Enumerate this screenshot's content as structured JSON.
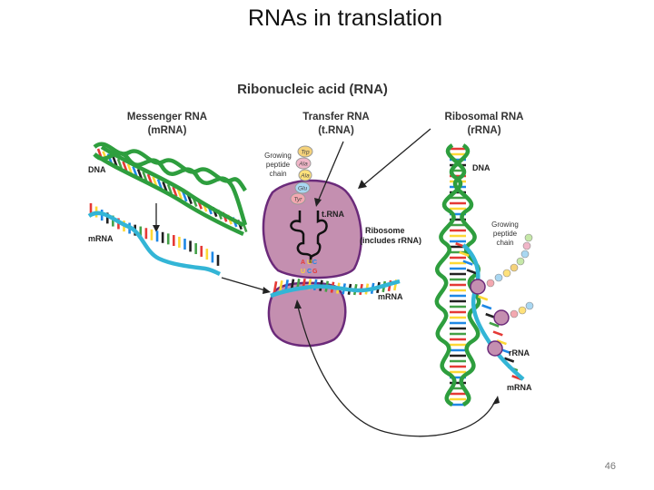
{
  "slide": {
    "title": "RNAs in translation",
    "page_number": "46"
  },
  "figure": {
    "title": "Ribonucleic acid (RNA)",
    "columns": [
      {
        "line1": "Messenger RNA",
        "line2": "(mRNA)"
      },
      {
        "line1": "Transfer RNA",
        "line2": "(t.RNA)"
      },
      {
        "line1": "Ribosomal RNA",
        "line2": "(rRNA)"
      }
    ],
    "labels": {
      "dna_left": "DNA",
      "mrna_left": "mRNA",
      "growing_peptide_mid": [
        "Growing",
        "peptide",
        "chain"
      ],
      "trna": "t.RNA",
      "ribosome": [
        "Ribosome",
        "(includes rRNA)"
      ],
      "mrna_mid": "mRNA",
      "dna_right": "DNA",
      "growing_peptide_right": [
        "Growing",
        "peptide",
        "chain"
      ],
      "rrna_right": "rRNA",
      "mrna_right": "mRNA"
    },
    "amino_acids": [
      "Trp",
      "Ala",
      "Ala",
      "Glu",
      "Tyr"
    ],
    "codon_bases": {
      "anticodon": [
        "A",
        "U",
        "C"
      ],
      "codon": [
        "U",
        "C",
        "G"
      ]
    },
    "colors": {
      "dna_backbone": "#2e9e3e",
      "mrna_backbone": "#33b5d6",
      "ribosome_fill": "#c48fb0",
      "ribosome_stroke": "#6b2a7a",
      "base_palette": [
        "#e53935",
        "#fdd835",
        "#1e88e5",
        "#212121",
        "#43a047"
      ]
    }
  }
}
